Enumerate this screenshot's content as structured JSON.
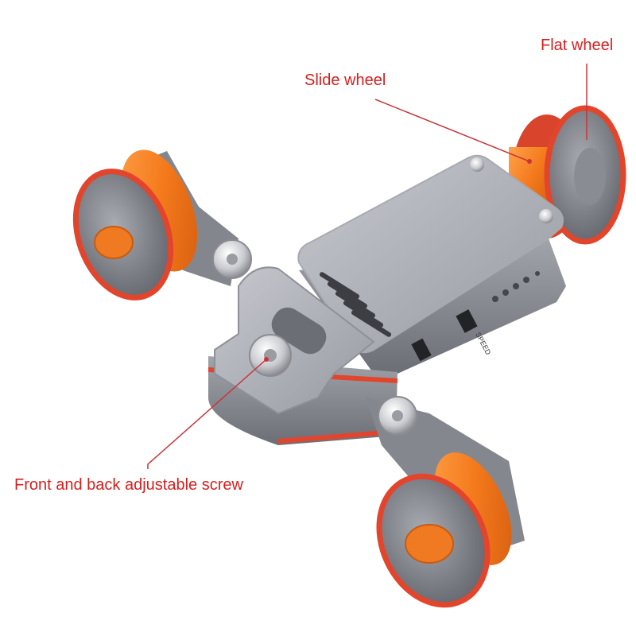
{
  "annotations": {
    "flat_wheel": "Flat wheel",
    "slide_wheel": "Slide wheel",
    "adjustable_screw": "Front and back adjustable screw"
  },
  "device": {
    "speed_label": "SPEED"
  },
  "colors": {
    "label_text": "#d81e1e",
    "leader_line": "#c8343a",
    "body_silver": "#9c9ea6",
    "body_top": "#b4b6bd",
    "body_dark": "#6f7178",
    "wheel_orange": "#f47a1c",
    "wheel_rim": "#e2452c",
    "hub_grey": "#8e9097",
    "knob_orange": "#ef7a22",
    "screw_chrome": "#d9dadf"
  }
}
